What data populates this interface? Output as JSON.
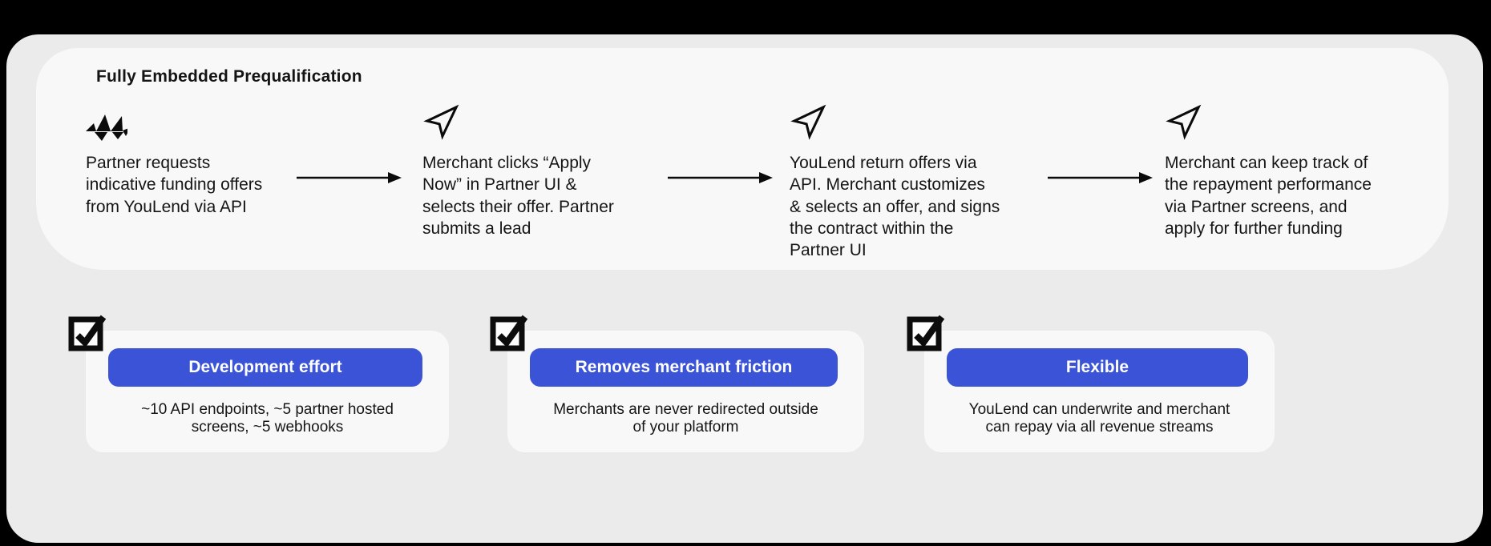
{
  "colors": {
    "page_background": "#000000",
    "board_background": "#ebebec",
    "panel_background": "#f8f8f8",
    "card_background": "#f8f8f8",
    "accent_blue": "#3b54d7",
    "text": "#151515",
    "pill_text": "#ffffff"
  },
  "flow": {
    "title": "Fully Embedded Prequalification",
    "connector_icon": "arrow-right",
    "steps": [
      {
        "icon": "youlend-spark",
        "text": "Partner requests\nindicative funding offers\nfrom YouLend via API"
      },
      {
        "icon": "send",
        "text": "Merchant clicks “Apply\nNow” in Partner UI &\nselects their offer. Partner\nsubmits a lead"
      },
      {
        "icon": "send",
        "text": "YouLend return offers via\nAPI. Merchant customizes\n& selects an offer, and signs\nthe contract within the\nPartner UI"
      },
      {
        "icon": "send",
        "text": "Merchant can keep track of\nthe repayment performance\nvia Partner screens, and\napply for further funding"
      }
    ]
  },
  "benefits": [
    {
      "icon": "checked-checkbox",
      "label": "Development effort",
      "description": "~10 API endpoints, ~5 partner hosted\nscreens, ~5 webhooks"
    },
    {
      "icon": "checked-checkbox",
      "label": "Removes merchant friction",
      "description": "Merchants are never redirected outside\nof your platform"
    },
    {
      "icon": "checked-checkbox",
      "label": "Flexible",
      "description": "YouLend can underwrite and merchant\ncan repay via all revenue streams"
    }
  ]
}
